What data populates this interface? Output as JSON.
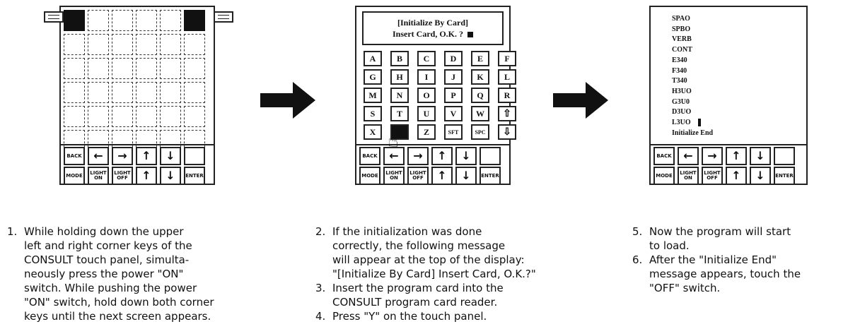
{
  "panel1": {
    "buttons_row1": [
      "BACK",
      "←",
      "→",
      "↑",
      "↓",
      ""
    ],
    "buttons_row2": [
      "MODE",
      "LIGHT ON",
      "LIGHT OFF",
      "↑",
      "↓",
      "ENTER"
    ]
  },
  "panel2": {
    "message_line1": "[Initialize By Card]",
    "message_line2": "Insert Card, O.K. ?",
    "keys": [
      "A",
      "B",
      "C",
      "D",
      "E",
      "F",
      "G",
      "H",
      "I",
      "J",
      "K",
      "L",
      "M",
      "N",
      "O",
      "P",
      "Q",
      "R",
      "S",
      "T",
      "U",
      "V",
      "W",
      "⇧",
      "X",
      "Y",
      "Z",
      "SFT",
      "SPC",
      "⇩"
    ]
  },
  "panel3": {
    "programs": [
      "SPAO",
      "SPBO",
      "VERB",
      "CONT",
      "E340",
      "F340",
      "T340",
      "H3UO",
      "G3U0",
      "D3UO",
      "L3UO",
      "Initialize End"
    ]
  },
  "captions": {
    "col1": [
      {
        "num": "1.",
        "text": "While holding down the upper\nleft and right corner keys of the\nCONSULT touch panel, simulta-\nneously press the power \"ON\"\nswitch. While pushing the power\n\"ON\" switch, hold down both corner\nkeys until the next screen appears."
      }
    ],
    "col2": [
      {
        "num": "2.",
        "text": "If the initialization was done\ncorrectly, the following message\nwill appear at the top of the display:\n\"[Initialize By Card] Insert Card, O.K.?\""
      },
      {
        "num": "3.",
        "text": "Insert the program card into the\nCONSULT program card reader."
      },
      {
        "num": "4.",
        "text": "Press \"Y\" on the touch panel."
      }
    ],
    "col3": [
      {
        "num": "5.",
        "text": "Now the program will start\nto load."
      },
      {
        "num": "6.",
        "text": "After the \"Initialize End\"\nmessage appears, touch the\n\"OFF\" switch."
      }
    ]
  }
}
